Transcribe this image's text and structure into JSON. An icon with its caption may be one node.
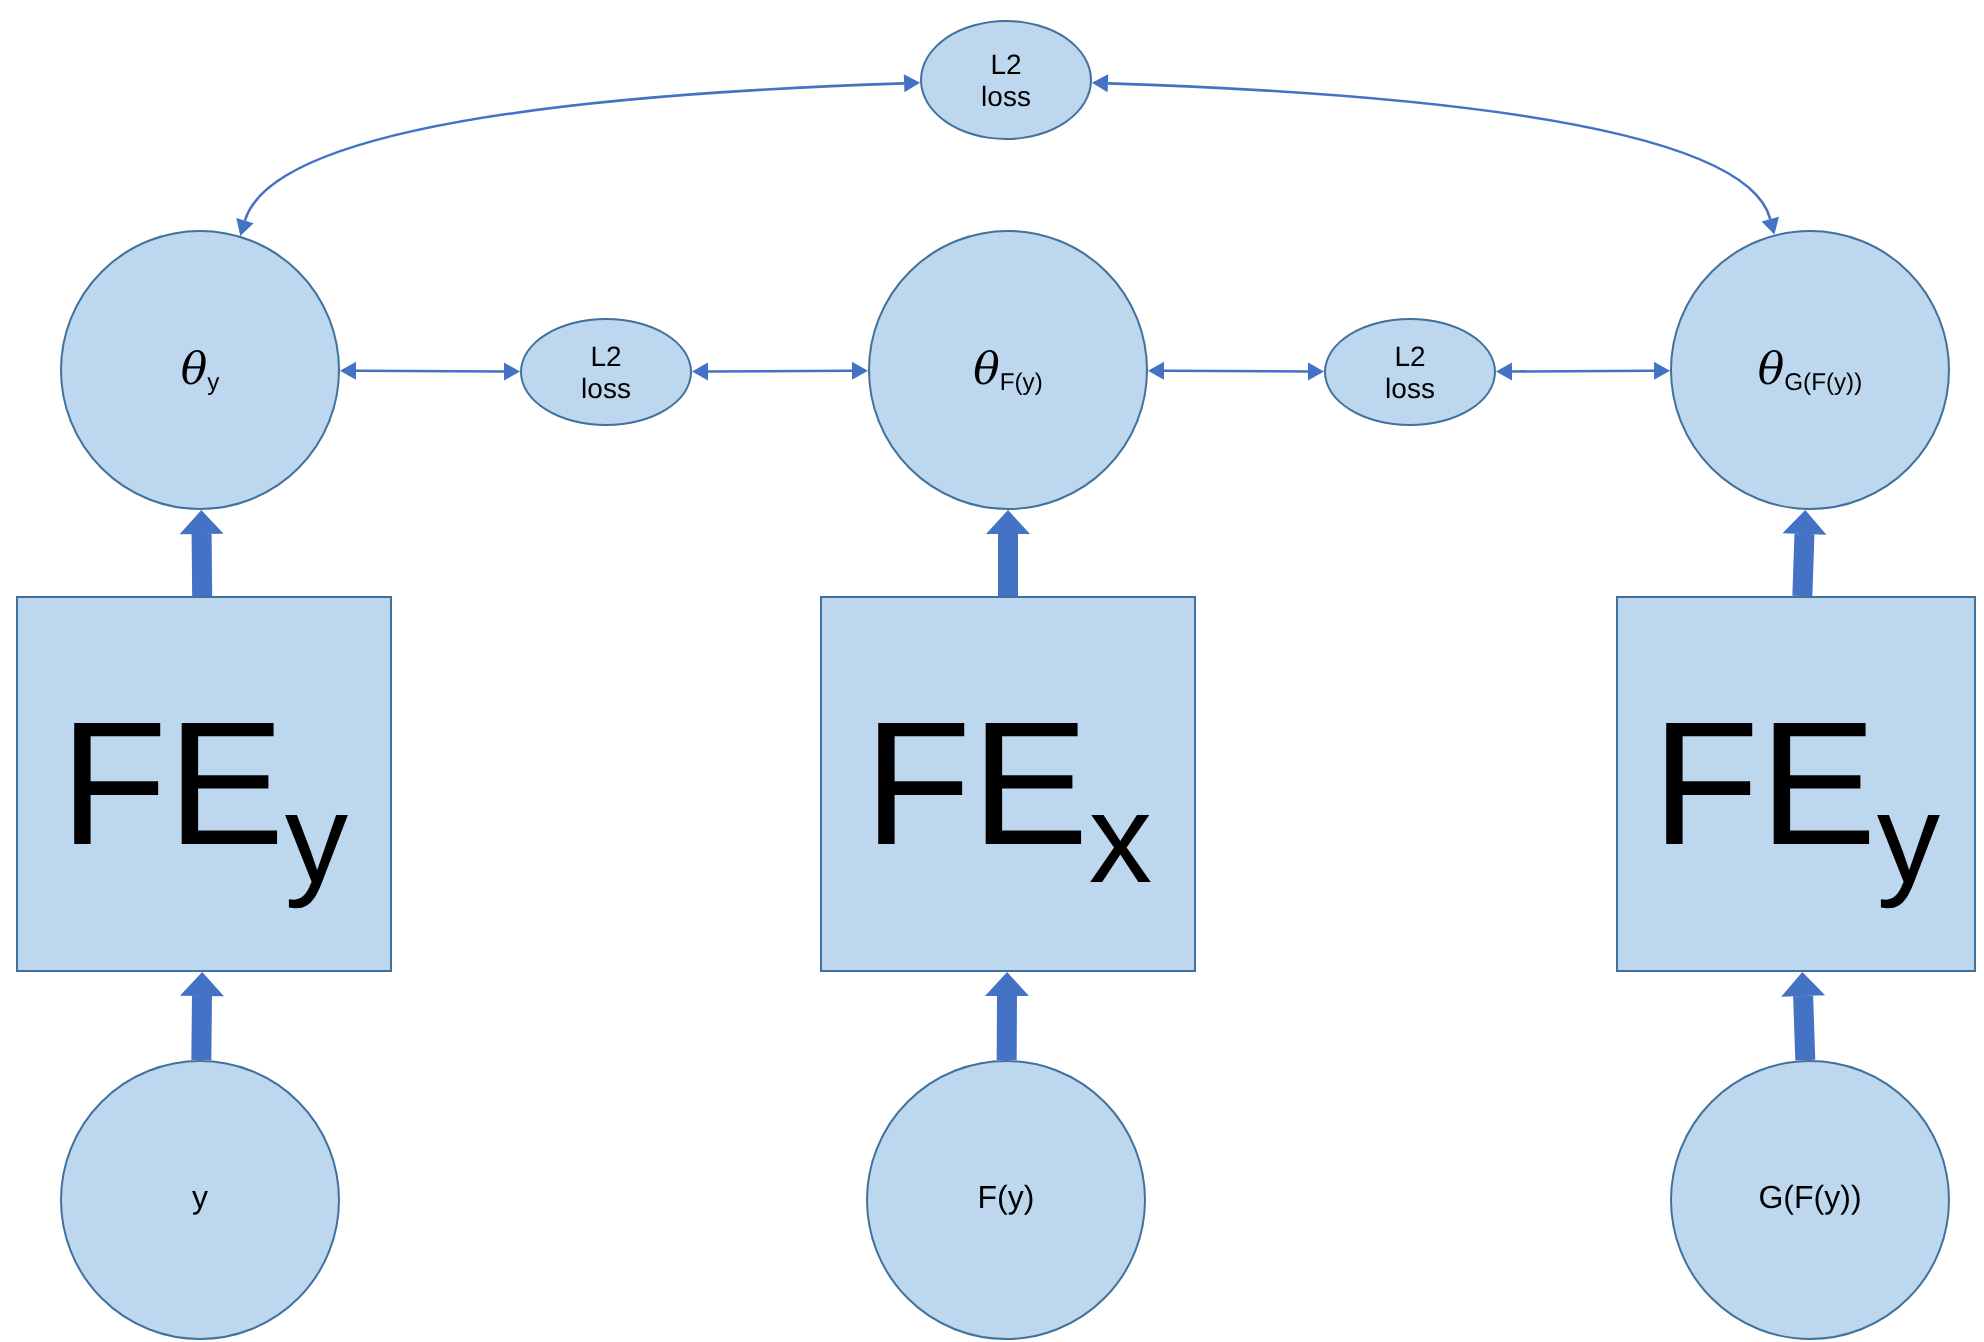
{
  "diagram": {
    "nodes": [
      {
        "text": [
          "L2 loss"
        ]
      },
      {
        "text": [
          "*θ*$_{y}$"
        ]
      },
      {
        "text": [
          "L2 loss"
        ]
      },
      {
        "text": [
          "*θ*$_{F(y)}$"
        ]
      },
      {
        "text": [
          "L2 loss"
        ]
      },
      {
        "text": [
          "*θ*$_{G(F(y))}$"
        ]
      },
      {
        "text": [
          "FE$_{y}$"
        ]
      },
      {
        "text": [
          "FE$_{x}$"
        ]
      },
      {
        "text": [
          "FE$_{y}$"
        ]
      },
      {
        "text": [
          "y"
        ]
      },
      {
        "text": [
          "F(y)"
        ]
      },
      {
        "text": [
          "G(F(y))"
        ]
      }
    ],
    "edges": [
      {
        "from": 0,
        "to": 1,
        "arrow": "both"
      },
      {
        "from": 0,
        "to": 5,
        "arrow": "both"
      },
      {
        "from": 1,
        "to": 2,
        "arrow": "both"
      },
      {
        "from": 2,
        "to": 3,
        "arrow": "both"
      },
      {
        "from": 3,
        "to": 4,
        "arrow": "both"
      },
      {
        "from": 4,
        "to": 5,
        "arrow": "both"
      },
      {
        "from": 9,
        "to": 6,
        "arrow": "to",
        "style": "thick"
      },
      {
        "from": 6,
        "to": 1,
        "arrow": "to",
        "style": "thick"
      },
      {
        "from": 10,
        "to": 7,
        "arrow": "to",
        "style": "thick"
      },
      {
        "from": 7,
        "to": 3,
        "arrow": "to",
        "style": "thick"
      },
      {
        "from": 11,
        "to": 8,
        "arrow": "to",
        "style": "thick"
      },
      {
        "from": 8,
        "to": 5,
        "arrow": "to",
        "style": "thick"
      }
    ]
  }
}
